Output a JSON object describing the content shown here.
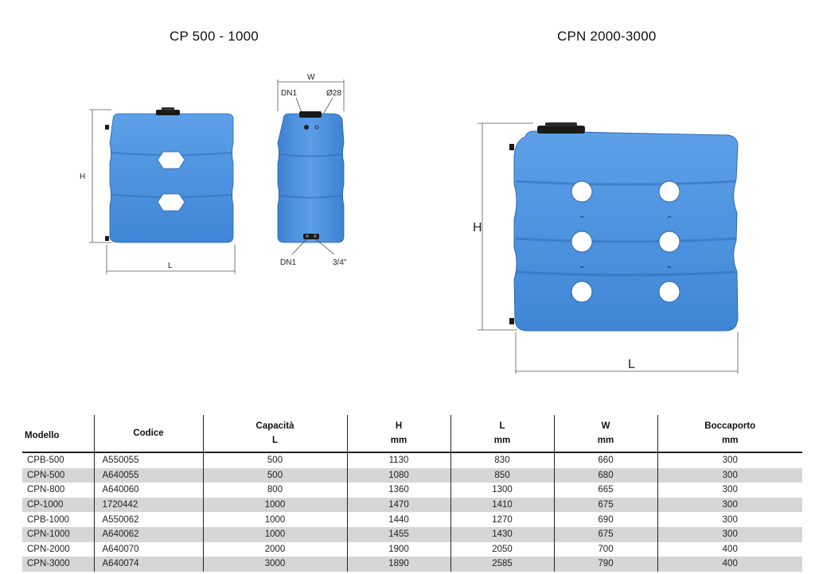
{
  "titles": {
    "left": "CP 500 - 1000",
    "right": "CPN 2000-3000"
  },
  "dimensions": {
    "h": "H",
    "l": "L",
    "w": "W",
    "dn1_top": "DN1",
    "diameter": "Ø28",
    "dn1_bottom": "DN1",
    "thread": "3/4\""
  },
  "table": {
    "headers": [
      {
        "line1": "Modello",
        "line2": ""
      },
      {
        "line1": "Codice",
        "line2": ""
      },
      {
        "line1": "Capacità",
        "line2": "L"
      },
      {
        "line1": "H",
        "line2": "mm"
      },
      {
        "line1": "L",
        "line2": "mm"
      },
      {
        "line1": "W",
        "line2": "mm"
      },
      {
        "line1": "Boccaporto",
        "line2": "mm"
      }
    ],
    "rows": [
      [
        "CPB-500",
        "A550055",
        "500",
        "1130",
        "830",
        "660",
        "300"
      ],
      [
        "CPN-500",
        "A640055",
        "500",
        "1080",
        "850",
        "680",
        "300"
      ],
      [
        "CPN-800",
        "A640060",
        "800",
        "1360",
        "1300",
        "665",
        "300"
      ],
      [
        "CP-1000",
        "1720442",
        "1000",
        "1470",
        "1410",
        "675",
        "300"
      ],
      [
        "CPB-1000",
        "A550062",
        "1000",
        "1440",
        "1270",
        "690",
        "300"
      ],
      [
        "CPN-1000",
        "A640062",
        "1000",
        "1455",
        "1430",
        "675",
        "300"
      ],
      [
        "CPN-2000",
        "A640070",
        "2000",
        "1900",
        "2050",
        "700",
        "400"
      ],
      [
        "CPN-3000",
        "A640074",
        "3000",
        "1890",
        "2585",
        "790",
        "400"
      ]
    ]
  },
  "colors": {
    "tank_blue": "#4a8fdc",
    "tank_dark": "#2f6fc0",
    "row_alt": "#d6d6d6"
  }
}
